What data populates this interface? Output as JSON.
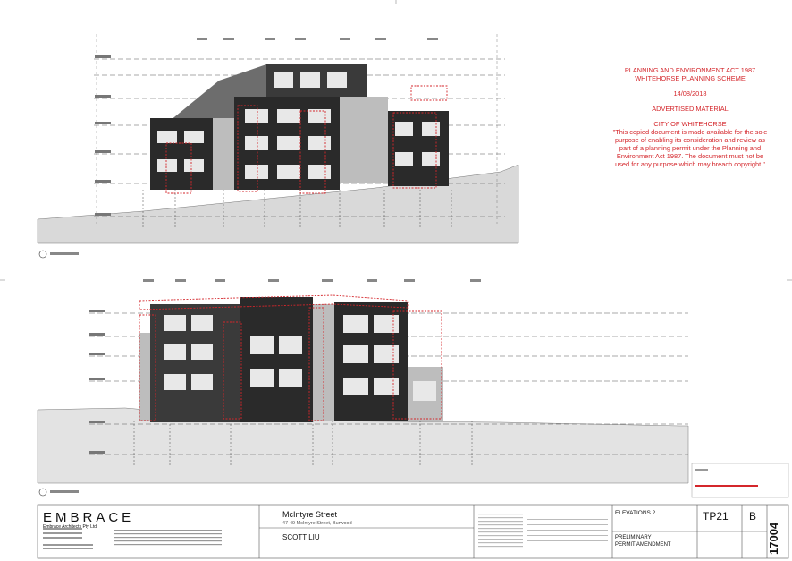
{
  "stamp": {
    "line1": "PLANNING AND ENVIRONMENT ACT 1987",
    "line2": "WHITEHORSE PLANNING SCHEME",
    "date": "14/08/2018",
    "material": "ADVERTISED MATERIAL",
    "council": "CITY OF WHITEHORSE",
    "notice_lines": [
      "\"This copied document is made available for the sole",
      "purpose of enabling its consideration and review as",
      "part of a planning permit under the Planning and",
      "Environment Act 1987. The document must not be",
      "used for any purpose which may breach copyright.\""
    ]
  },
  "title_block": {
    "firm_logo": "EMBRACE",
    "firm_name": "Embrace Architects Pty Ltd",
    "project_name": "McIntyre Street",
    "project_address": "47-49 McIntyre Street, Burwood",
    "client": "SCOTT LIU",
    "drawing_title": "ELEVATIONS 2",
    "drawing_number": "TP21",
    "revision": "B",
    "project_number": "17004",
    "status_line1": "PRELIMINARY",
    "status_line2": "PERMIT AMENDMENT"
  },
  "colors": {
    "stamp_red": "#d4262b",
    "markup_red": "#d4262b",
    "facade_dark": "#2a2a2a",
    "ground_grey": "#d9d9d9"
  }
}
